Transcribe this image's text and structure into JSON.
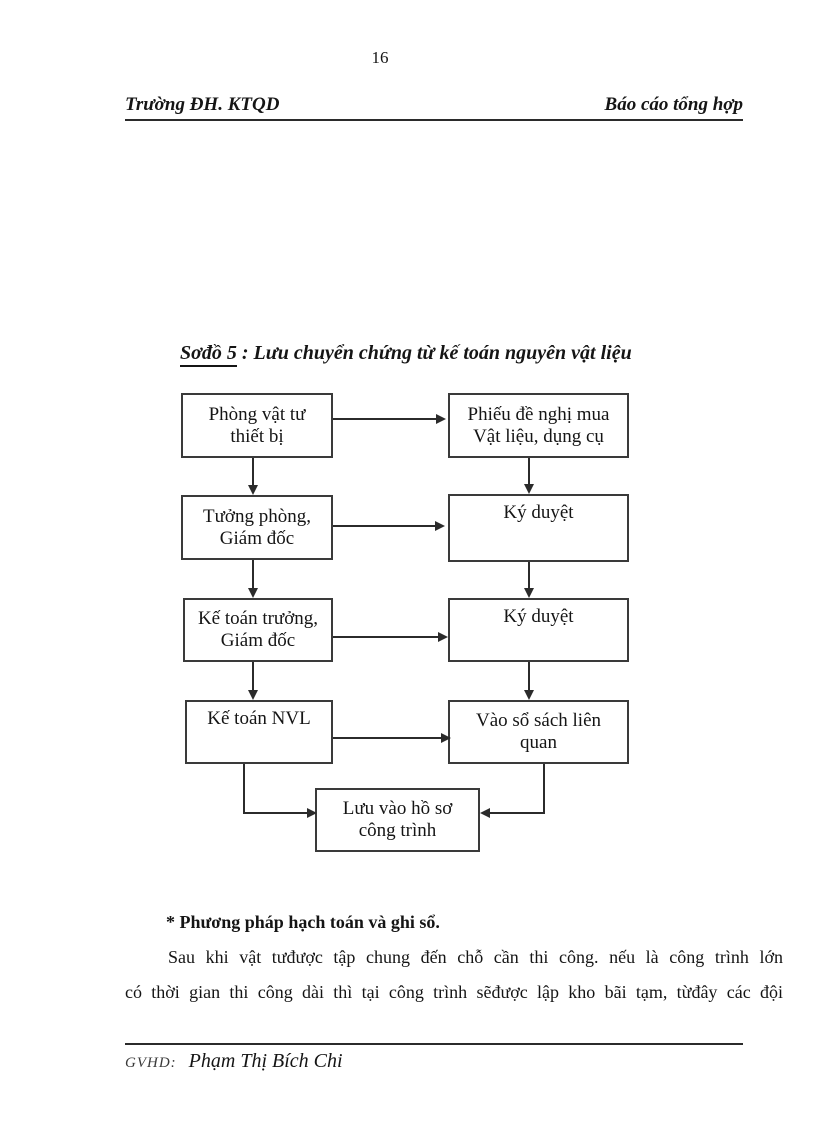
{
  "page": {
    "number": "16"
  },
  "header": {
    "left": "Trường ĐH. KTQD",
    "right": "Báo cáo tổng hợp"
  },
  "diagram": {
    "title_label": "Sơđồ 5",
    "title_rest": " : Lưu chuyển chứng từ kế toán nguyên vật liệu",
    "nodes": {
      "phong_vat_tu": {
        "lines": [
          "Phòng vật tư",
          "thiết bị"
        ]
      },
      "phieu_de_nghi": {
        "lines": [
          "Phiếu đề nghị mua",
          "Vật liệu, dụng cụ"
        ]
      },
      "truong_phong": {
        "lines": [
          "Tưởng phòng,",
          "Giám đốc"
        ]
      },
      "ky_duyet_1": {
        "lines": [
          "Ký duyệt"
        ]
      },
      "ke_toan_truong": {
        "lines": [
          "Kế toán trưởng,",
          "Giám đốc"
        ]
      },
      "ky_duyet_2": {
        "lines": [
          "Ký duyệt"
        ]
      },
      "ke_toan_nvl": {
        "lines": [
          "Kế toán NVL"
        ]
      },
      "vao_so_sach": {
        "lines": [
          "Vào sổ sách liên",
          "quan"
        ]
      },
      "luu_ho_so": {
        "lines": [
          "Lưu vào hồ sơ",
          "công trình"
        ]
      }
    },
    "flows": [
      "phong_vat_tu -> phieu_de_nghi",
      "phong_vat_tu -> truong_phong",
      "phieu_de_nghi -> ky_duyet_1",
      "truong_phong -> ky_duyet_1",
      "truong_phong -> ke_toan_truong",
      "ky_duyet_1 -> ky_duyet_2",
      "ke_toan_truong -> ky_duyet_2",
      "ke_toan_truong -> ke_toan_nvl",
      "ky_duyet_2 -> vao_so_sach",
      "ke_toan_nvl -> vao_so_sach",
      "ke_toan_nvl -> luu_ho_so",
      "vao_so_sach -> luu_ho_so"
    ]
  },
  "body": {
    "heading": "* Phương pháp hạch toán và ghi sổ.",
    "line1": "Sau khi vật tưđược tập chung đến chỗ cần thi công. nếu là công trình lớn",
    "line2": "có thời gian thi công dài thì tại công trình sẽđược lập kho bãi tạm, từđây các đội"
  },
  "footer": {
    "label": "GVHD:",
    "name": "Phạm Thị Bích Chi"
  },
  "colors": {
    "ink": "#151515",
    "line": "#2b2b2b",
    "background": "#ffffff"
  }
}
